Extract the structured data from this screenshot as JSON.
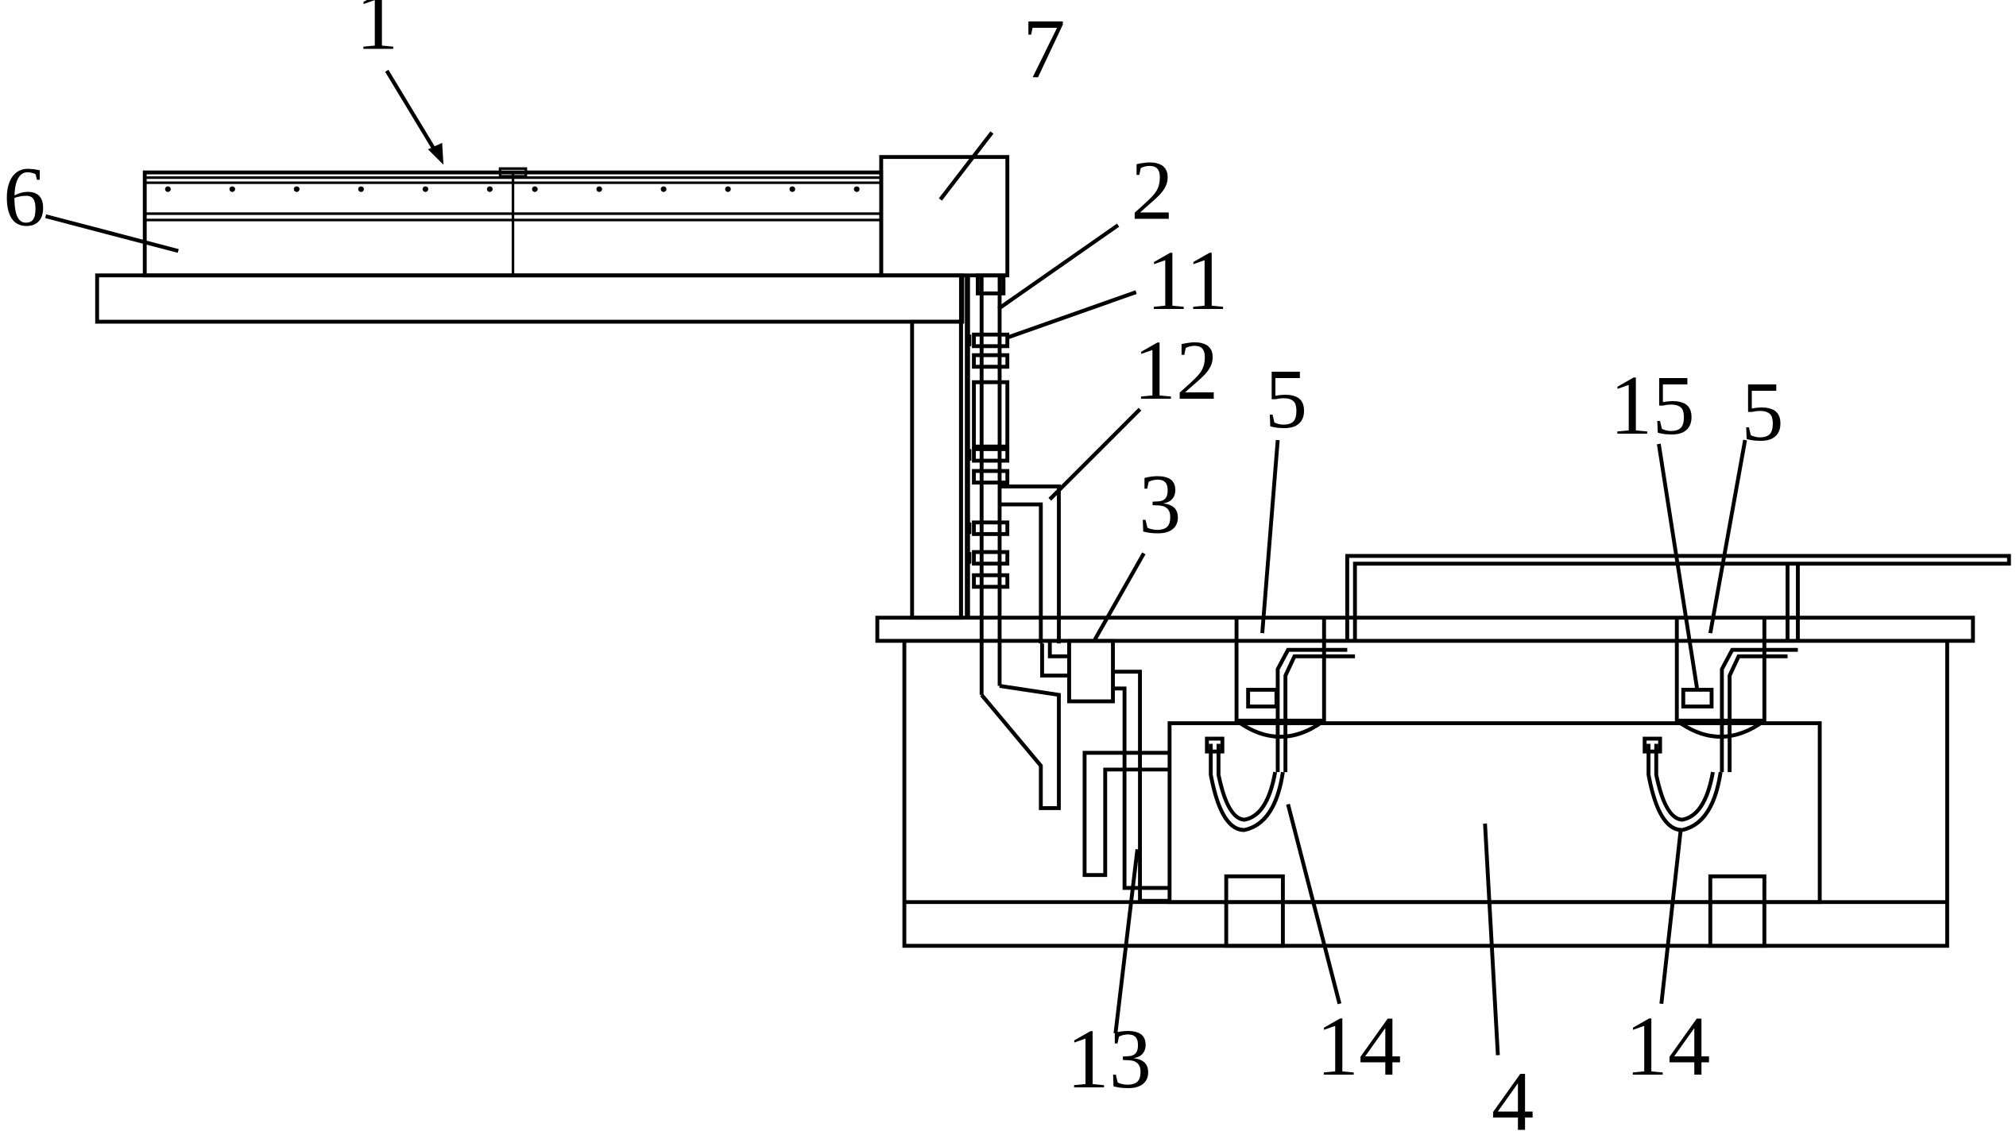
{
  "figure": {
    "kind": "patent-style mechanical drawing",
    "line_color": "#000000",
    "background": "#ffffff"
  },
  "labels": {
    "conveyor": "1",
    "pipe": "2",
    "valve_box": "3",
    "tank": "4",
    "sink_left": "5",
    "sink_right": "5",
    "frame": "6",
    "drive_box": "7",
    "joint": "11",
    "branch_pipe": "12",
    "drain_pipe": "13",
    "hose_left": "14",
    "hose_right": "14",
    "nozzle": "15"
  }
}
